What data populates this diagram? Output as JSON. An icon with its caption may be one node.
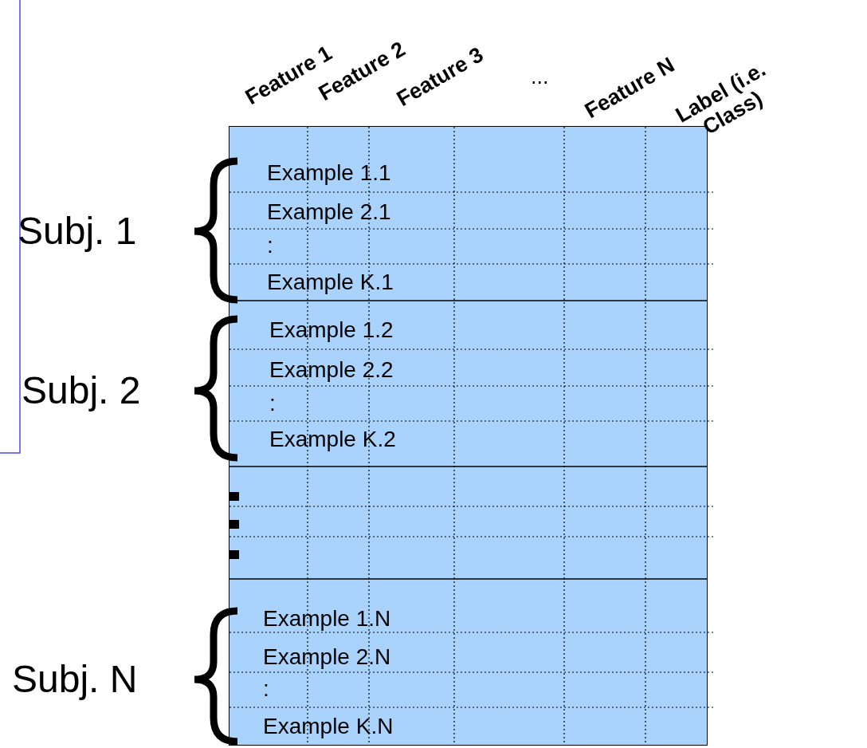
{
  "diagram": {
    "labels": [
      "Feature 1",
      "Feature 2",
      "Feature 3",
      "...",
      "Feature N",
      "Label (i.e. Class)",
      "Subj. 1",
      "Example 1.1",
      "Example 2.1",
      ":",
      "Example K.1",
      "Subj. 2",
      "Example 1.2",
      "Example 2.2",
      ":",
      "Example K.2",
      "Subj. N",
      "Example 1.N",
      "Example 2.N",
      ":",
      "Example K.N"
    ]
  }
}
